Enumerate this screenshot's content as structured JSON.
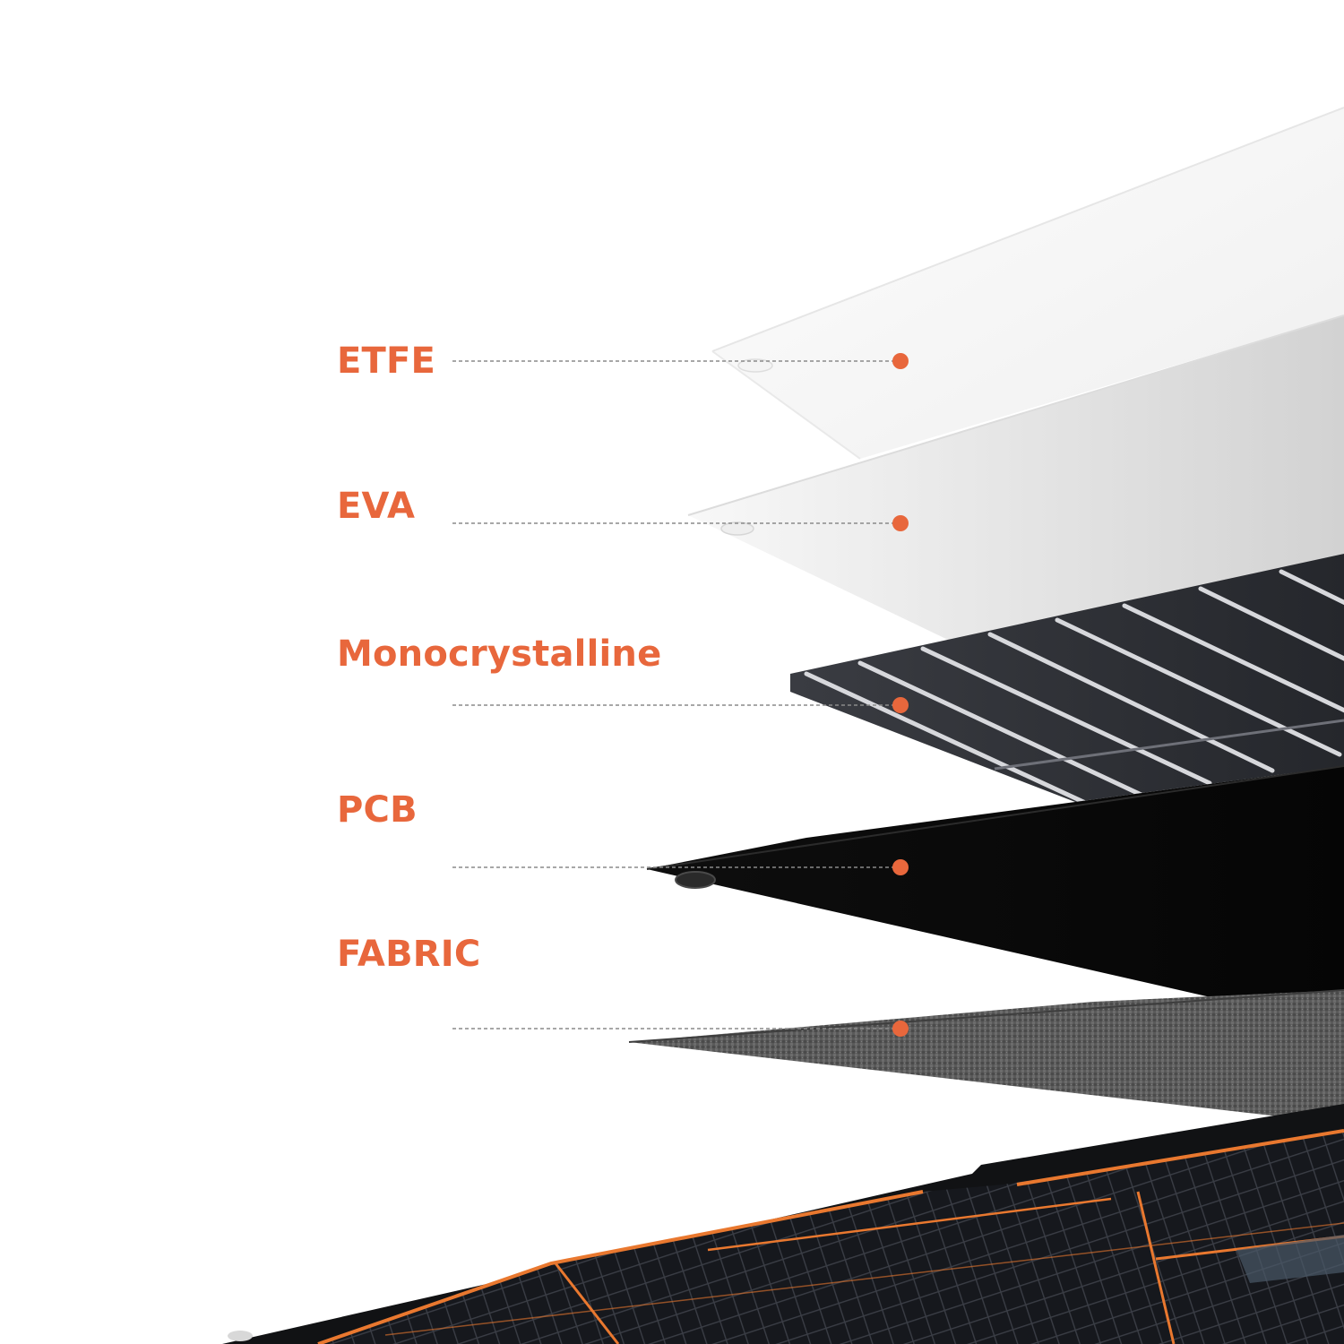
{
  "colors": {
    "accent": "#E8673C",
    "leader_line": "#8a8a8a",
    "background": "#ffffff"
  },
  "layers": [
    {
      "id": "etfe",
      "label": "ETFE"
    },
    {
      "id": "eva",
      "label": "EVA"
    },
    {
      "id": "mono",
      "label": "Monocrystalline"
    },
    {
      "id": "pcb",
      "label": "PCB"
    },
    {
      "id": "fabric",
      "label": "FABRIC"
    }
  ]
}
